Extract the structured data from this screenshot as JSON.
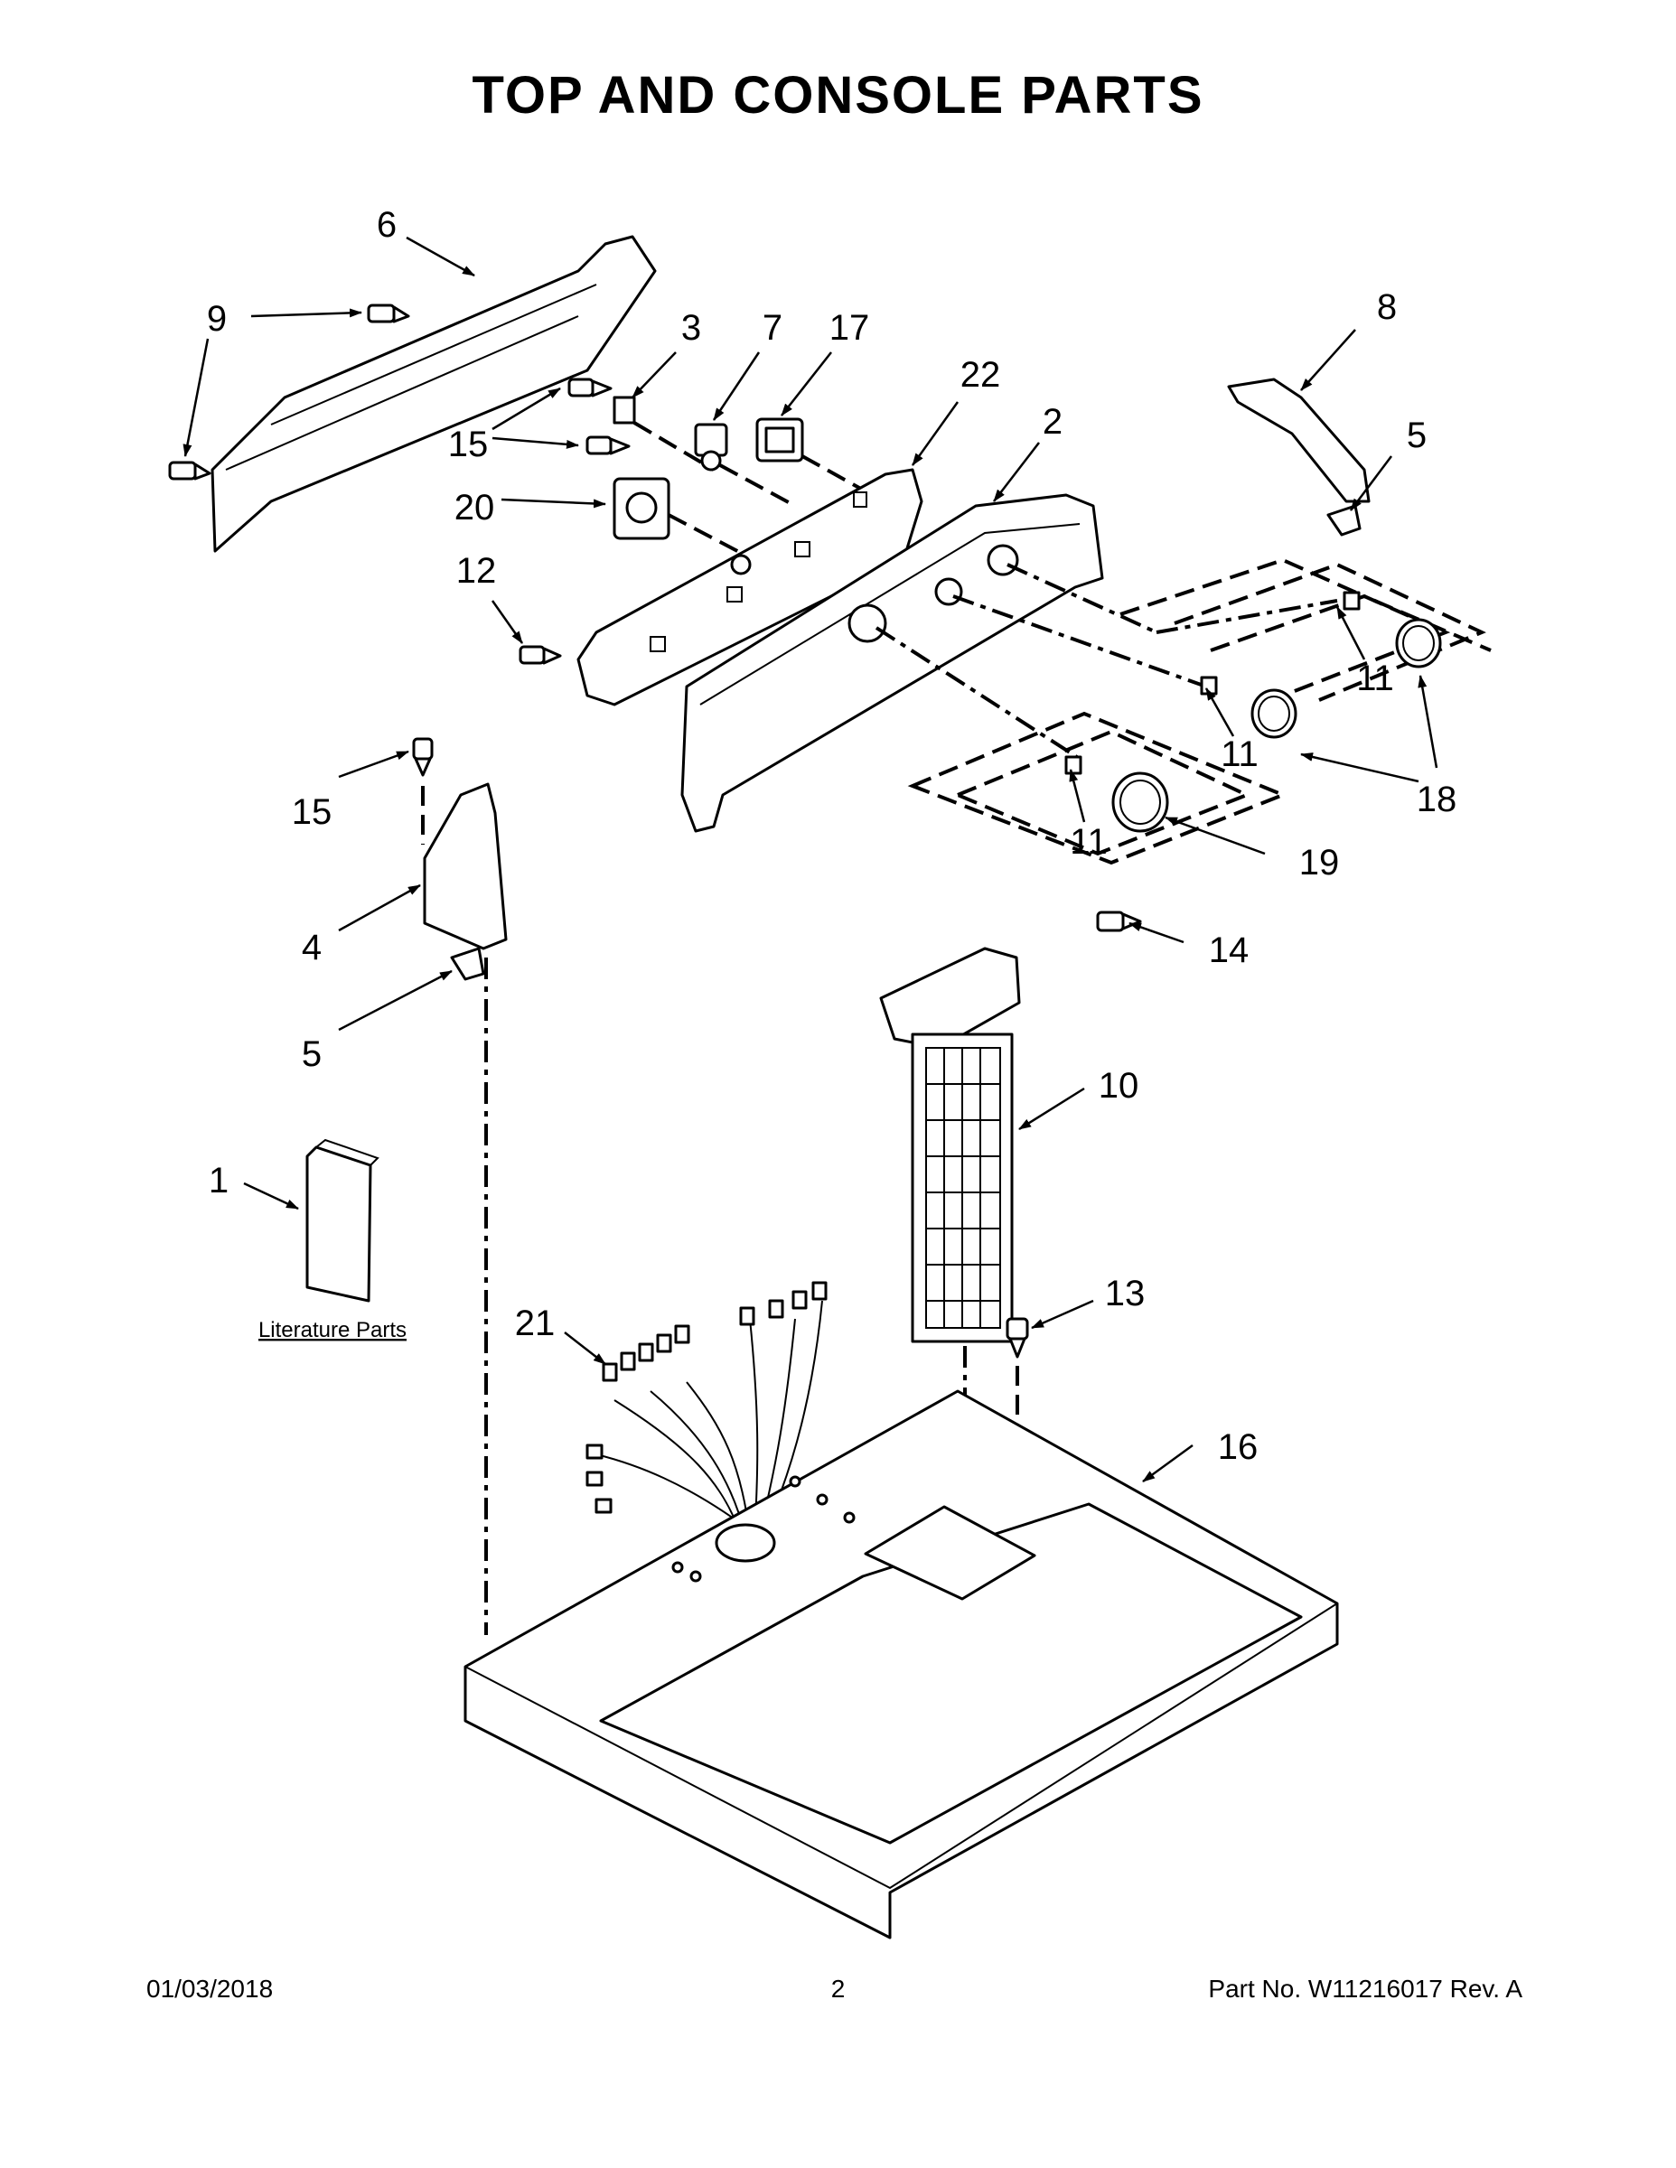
{
  "title": "TOP AND CONSOLE PARTS",
  "literature_label": "Literature Parts",
  "callouts": {
    "c1": "1",
    "c2": "2",
    "c3": "3",
    "c4": "4",
    "c5a": "5",
    "c5b": "5",
    "c6": "6",
    "c7": "7",
    "c8": "8",
    "c9": "9",
    "c10": "10",
    "c11a": "11",
    "c11b": "11",
    "c11c": "11",
    "c12": "12",
    "c13": "13",
    "c14": "14",
    "c15a": "15",
    "c15b": "15",
    "c16": "16",
    "c17": "17",
    "c18": "18",
    "c19": "19",
    "c20": "20",
    "c21": "21",
    "c22": "22"
  },
  "footer": {
    "date": "01/03/2018",
    "page": "2",
    "part_number": "Part No.  W11216017   Rev.  A"
  }
}
